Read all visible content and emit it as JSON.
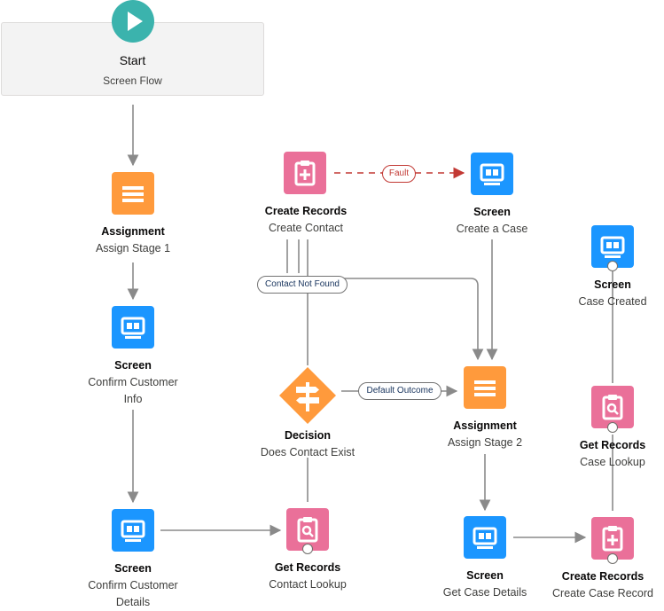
{
  "start": {
    "title": "Start",
    "subtitle": "Screen Flow",
    "icon": "play-icon"
  },
  "nodes": {
    "assign1": {
      "type": "Assignment",
      "name": "Assign Stage 1"
    },
    "screen_confirm_info": {
      "type": "Screen",
      "name": "Confirm Customer Info"
    },
    "screen_confirm_details": {
      "type": "Screen",
      "name": "Confirm Customer Details"
    },
    "get_contact_lookup": {
      "type": "Get Records",
      "name": "Contact Lookup"
    },
    "decision": {
      "type": "Decision",
      "name": "Does Contact Exist"
    },
    "create_contact": {
      "type": "Create Records",
      "name": "Create Contact"
    },
    "screen_create_case": {
      "type": "Screen",
      "name": "Create a Case"
    },
    "assign2": {
      "type": "Assignment",
      "name": "Assign Stage 2"
    },
    "screen_get_case_details": {
      "type": "Screen",
      "name": "Get Case Details"
    },
    "create_case_record": {
      "type": "Create Records",
      "name": "Create Case Record"
    },
    "get_case_lookup": {
      "type": "Get Records",
      "name": "Case Lookup"
    },
    "screen_case_created": {
      "type": "Screen",
      "name": "Case Created"
    }
  },
  "edge_labels": {
    "fault": "Fault",
    "contact_not_found": "Contact Not Found",
    "default_outcome": "Default Outcome"
  },
  "colors": {
    "start": "#3bb3ad",
    "assignment": "#ff9a3c",
    "screen": "#1b96ff",
    "records": "#ea7099",
    "decision": "#ff9a3c",
    "connector": "#8a8a8a",
    "fault": "#c23934"
  },
  "icons": {
    "assignment": "equals-icon",
    "screen": "screen-icon",
    "create_records": "clipboard-plus-icon",
    "get_records": "clipboard-search-icon",
    "decision": "signpost-icon"
  }
}
